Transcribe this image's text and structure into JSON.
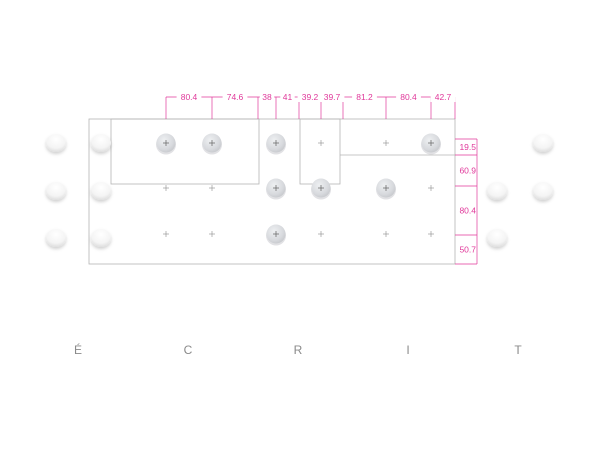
{
  "drawing": {
    "colors": {
      "dimension": "#e0389a",
      "outline": "#b5b5b5",
      "knob_fill": "#dcdde1",
      "background": "#ffffff",
      "text": "#8a8a8a"
    },
    "top_dimensions": [
      "80.4",
      "74.6",
      "38",
      "41",
      "39.2",
      "39.7",
      "81.2",
      "80.4",
      "42.7"
    ],
    "right_dimensions": [
      "19.5",
      "60.9",
      "80.4",
      "50.7"
    ]
  },
  "wordmark": {
    "letters": [
      "É",
      "C",
      "R",
      "I",
      "T"
    ]
  }
}
